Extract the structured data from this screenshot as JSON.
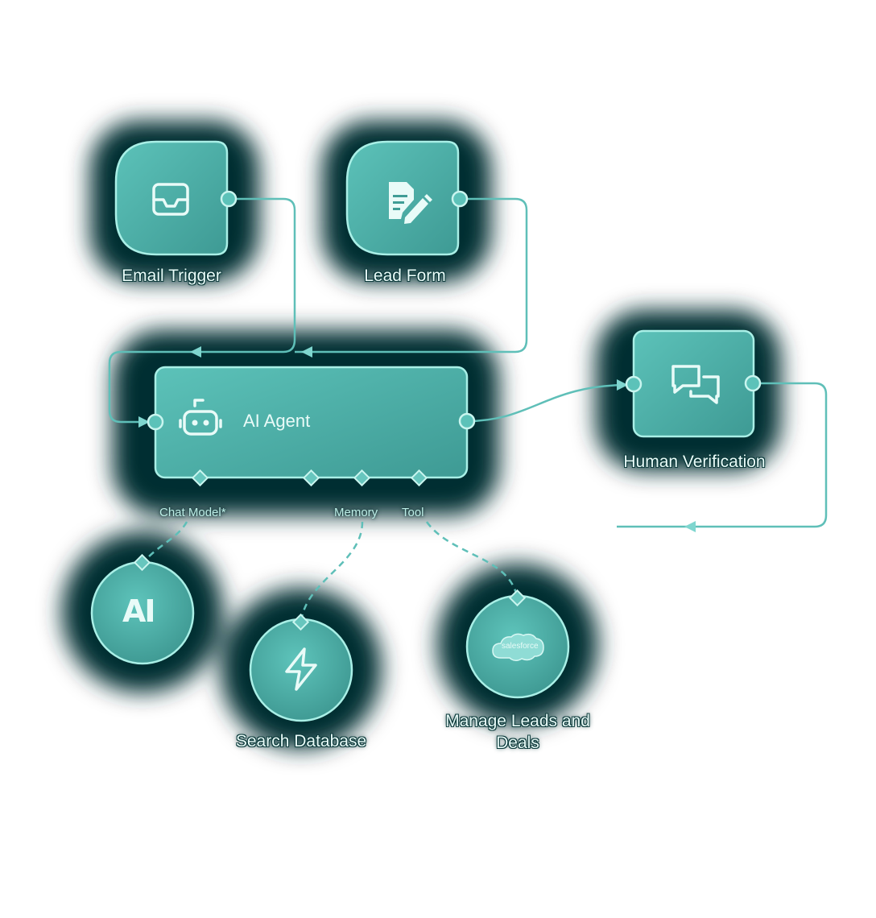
{
  "workflow": {
    "nodes": {
      "email_trigger": {
        "label": "Email Trigger",
        "icon": "inbox-icon"
      },
      "lead_form": {
        "label": "Lead Form",
        "icon": "form-edit-icon"
      },
      "ai_agent": {
        "label": "AI Agent",
        "icon": "robot-icon"
      },
      "human_verification": {
        "label": "Human Verification",
        "icon": "chat-bubbles-icon"
      },
      "anthropic": {
        "label": "",
        "icon": "anthropic-logo-icon",
        "logo_text": "AI"
      },
      "search_database": {
        "label": "Search Database",
        "icon": "lightning-icon"
      },
      "manage_leads": {
        "label": "Manage Leads and",
        "label_line2": "Deals",
        "icon": "salesforce-logo-icon",
        "logo_text": "salesforce"
      }
    },
    "ports": {
      "chat_model": "Chat Model*",
      "memory": "Memory",
      "tool": "Tool"
    }
  },
  "colors": {
    "node_fill": "#4fb2aa",
    "node_stroke": "#a9efe6",
    "glow": "#0b3f41",
    "connector": "#5fbfb8",
    "label_text": "#e9fbf8"
  }
}
